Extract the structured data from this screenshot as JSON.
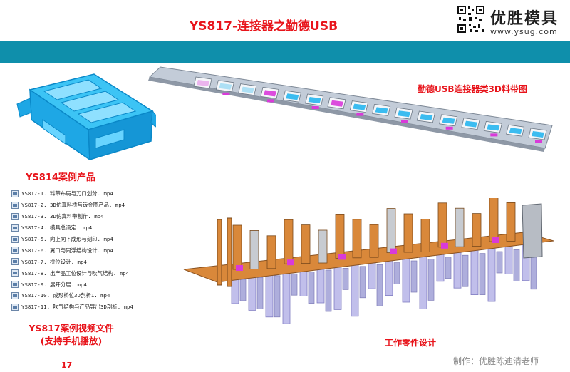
{
  "title": "YS817-连接器之勤德USB",
  "brand": {
    "name": "优胜模具",
    "url": "www.ysug.com"
  },
  "captions": {
    "strip": "勤德USB连接器类3D料带图",
    "product": "YS814案例产品",
    "video_line1": "YS817案例视频文件",
    "video_line2": "(支持手机播放)",
    "parts": "工作零件设计"
  },
  "files": [
    "YS817-1. 料带布局与刀口划分. mp4",
    "YS817-2. 3D仿真料桥与钣金圈产品. mp4",
    "YS817-3. 3D仿真料带制作. mp4",
    "YS817-4. 模具总设定. mp4",
    "YS817-5. 向上向下成形与刻印. mp4",
    "YS817-6. 翼口与同浮结构设计. mp4",
    "YS817-7. 桥位设计. mp4",
    "YS817-8. 出产品工位设计与吹气结构. mp4",
    "YS817-9. 展开分层. mp4",
    "YS817-10. 成形桥位3D剖析1. mp4",
    "YS817-11. 吹气结构与产品导出3D剖析. mp4"
  ],
  "page_number": "17",
  "maker": "制作：优胜陈迪清老师",
  "colors": {
    "accent_red": "#e8141b",
    "band": "#0f8fab",
    "part_blue": "#27b6ee",
    "magenta": "#d93ad9",
    "plate": "#b9c4d2",
    "punch": "#d9883a"
  }
}
